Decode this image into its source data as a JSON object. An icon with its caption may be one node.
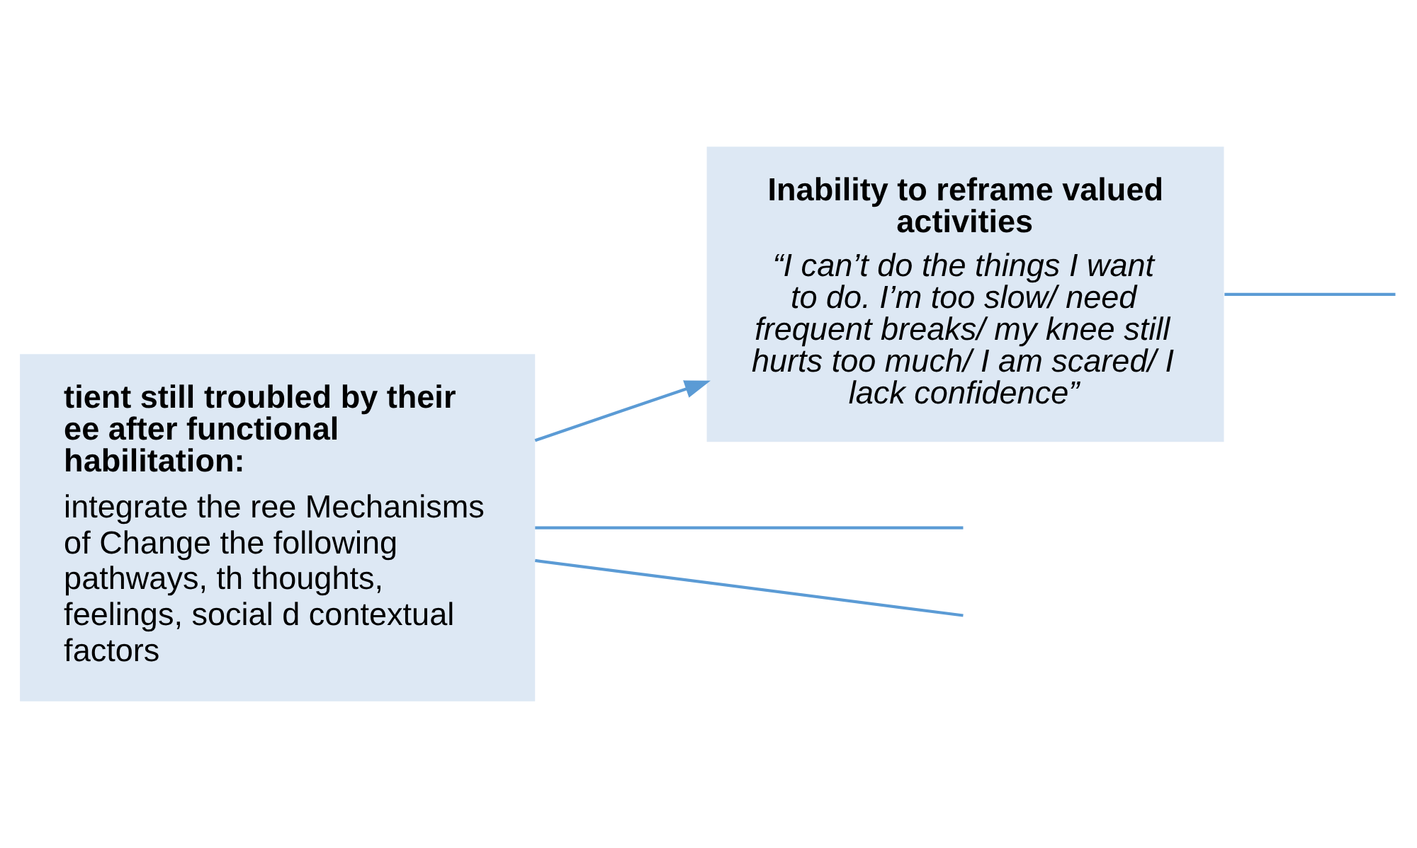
{
  "diagram": {
    "nodes": [
      {
        "text": [
          "tient still troubled by their ee after functional habilitation:",
          "integrate the ree Mechanisms of Change the following pathways, th thoughts, feelings, social d contextual factors"
        ]
      },
      {
        "text": [
          "Inability to reframe valued activities",
          "“I can’t do the things I want to do. I’m too slow/ need frequent breaks/ my knee still hurts too much/ I am scared/ I lack confidence”"
        ]
      }
    ],
    "edges": [
      {
        "from": 0,
        "to": null,
        "arrow": "none"
      },
      {
        "from": 0,
        "to": 1,
        "arrow": "to"
      },
      {
        "from": 0,
        "to": null,
        "arrow": "none"
      },
      {
        "from": 1,
        "to": null,
        "arrow": "none"
      }
    ]
  }
}
